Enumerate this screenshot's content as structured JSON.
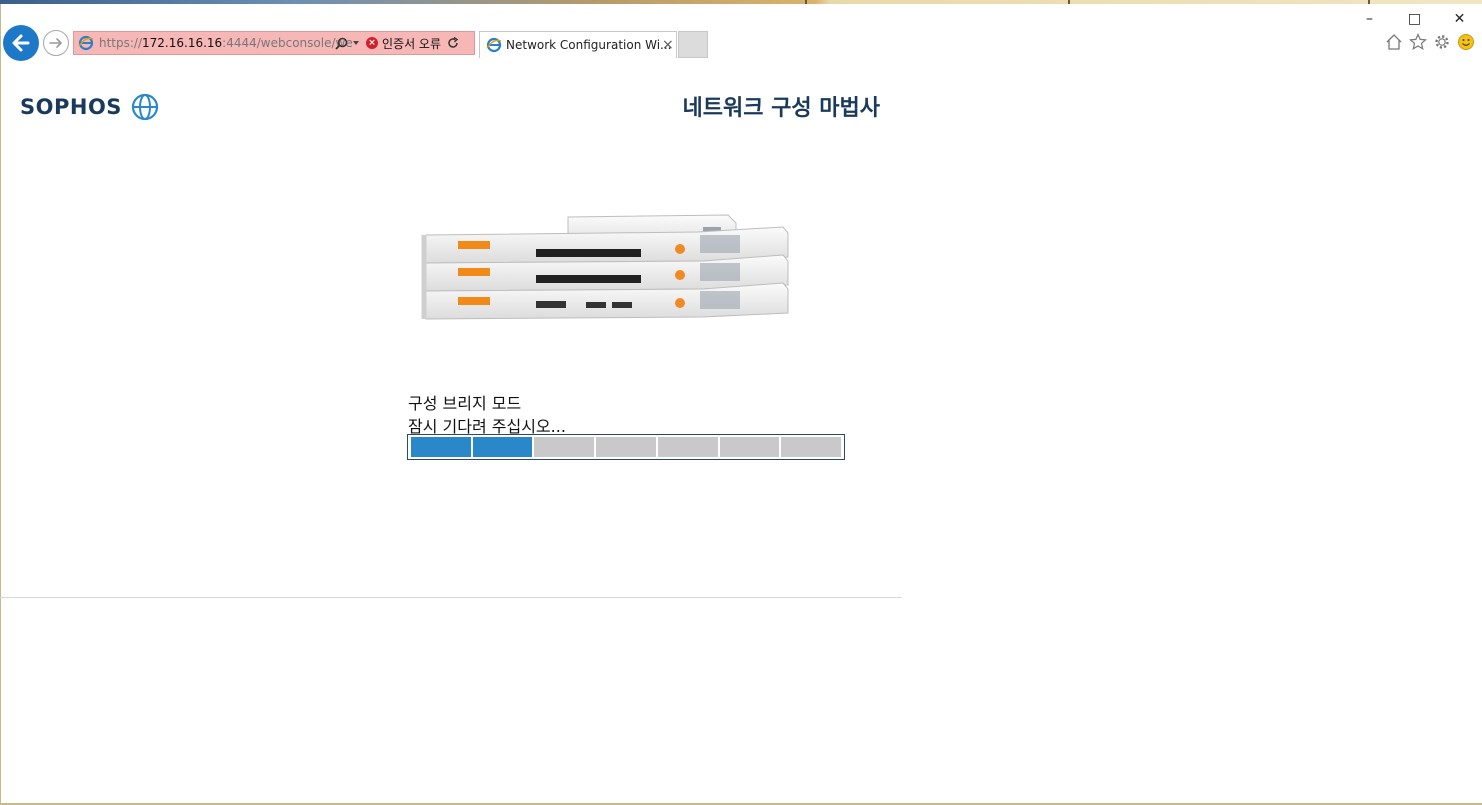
{
  "browser": {
    "url_prefix": "https://",
    "url_host": "172.16.16.16",
    "url_rest": ":4444/webconsole/we",
    "cert_error": "인증서 오류",
    "tab_title": "Network Configuration Wi...",
    "tab_close": "×"
  },
  "window": {
    "minimize": "–",
    "maximize": "□",
    "close": "✕"
  },
  "page": {
    "brand": "SOPHOS",
    "title": "네트워크 구성 마법사",
    "status_title": "구성 브리지 모드",
    "status_wait": "잠시 기다려 주십시오...",
    "progress": {
      "segments_total": 7,
      "segments_done": 2
    }
  },
  "colors": {
    "brand": "#1a3a5c",
    "accent": "#2a88c8",
    "address_error_bg": "#f7b7b7"
  }
}
